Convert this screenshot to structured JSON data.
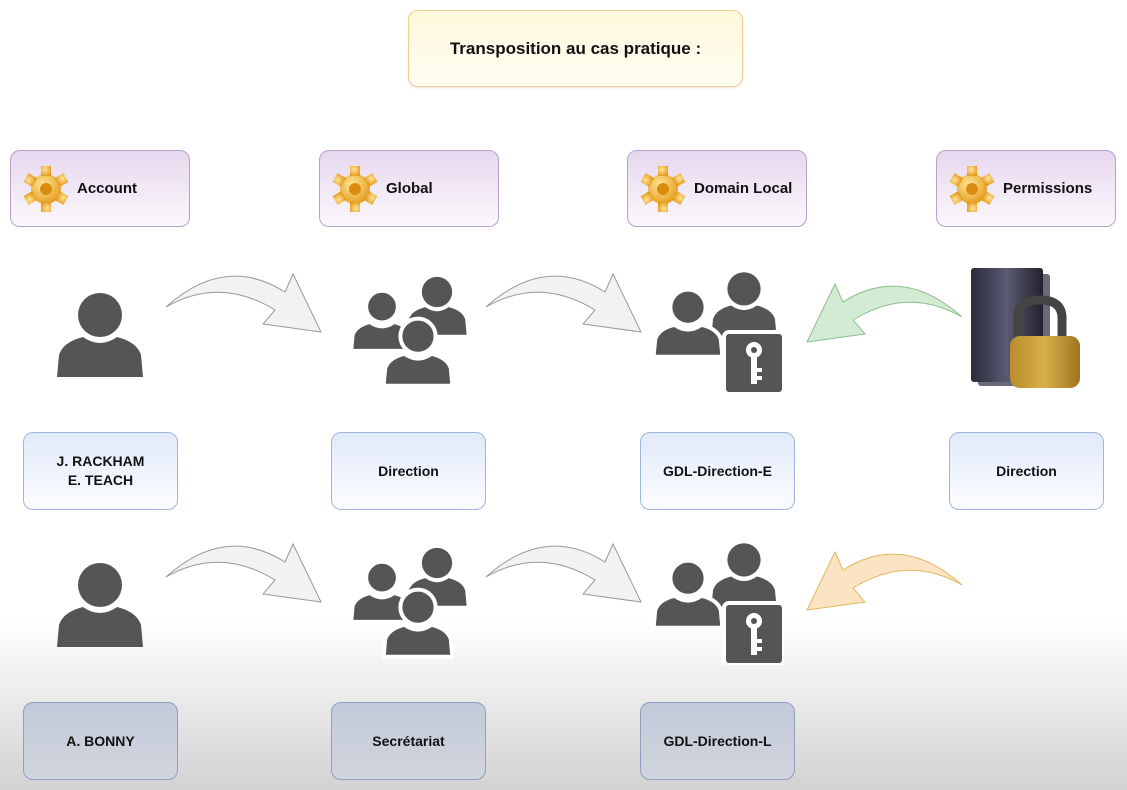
{
  "title": "Transposition au cas pratique :",
  "headers": [
    {
      "label": "Account",
      "icon": "gear-icon"
    },
    {
      "label": "Global",
      "icon": "gear-icon"
    },
    {
      "label": "Domain Local",
      "icon": "gear-icon"
    },
    {
      "label": "Permissions",
      "icon": "gear-icon"
    }
  ],
  "row1": {
    "account": [
      "J. RACKHAM",
      "E. TEACH"
    ],
    "global": "Direction",
    "domain_local": "GDL-Direction-E",
    "permission": "Direction"
  },
  "row2": {
    "account": "A. BONNY",
    "global": "Secrétariat",
    "domain_local": "GDL-Direction-L"
  },
  "colors": {
    "icon": "#555555",
    "arrow_grey": "#f2f2f2",
    "arrow_green": "#d3ebd3",
    "arrow_orange": "#fbe3c4",
    "gear": "#f2b632"
  }
}
